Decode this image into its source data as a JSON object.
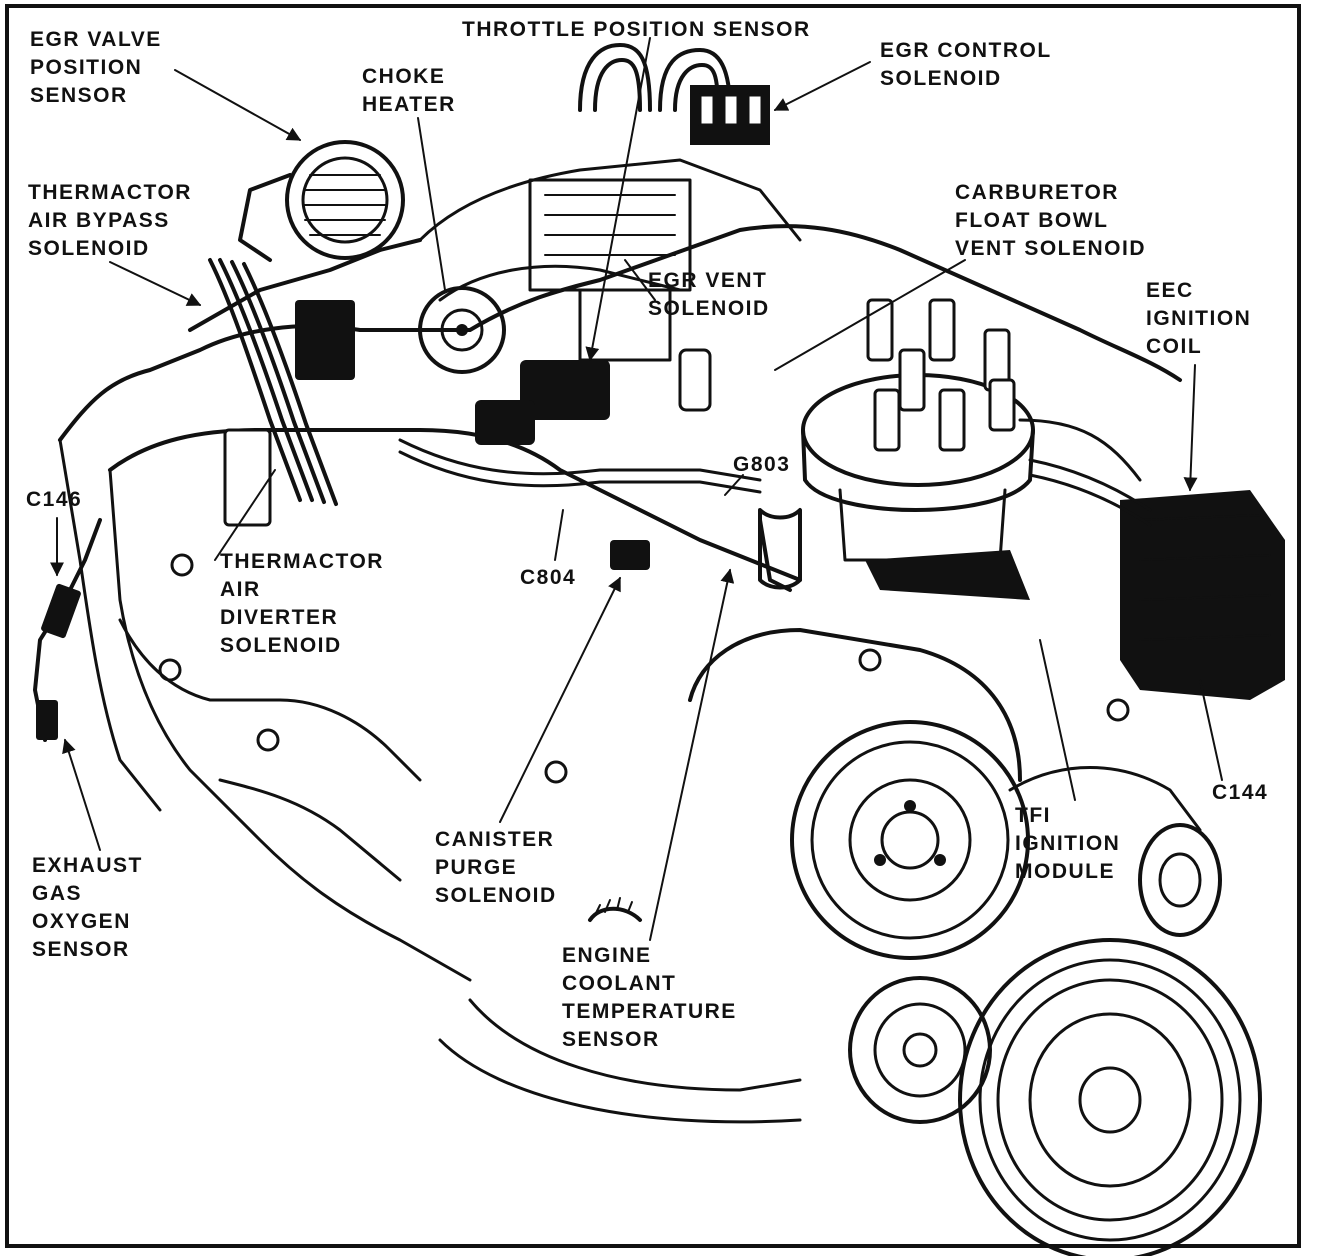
{
  "labels": {
    "throttle_position_sensor": "THROTTLE POSITION SENSOR",
    "egr_valve_position_sensor": [
      "EGR VALVE",
      "POSITION",
      "SENSOR"
    ],
    "choke_heater": [
      "CHOKE",
      "HEATER"
    ],
    "egr_control_solenoid": [
      "EGR CONTROL",
      "SOLENOID"
    ],
    "thermactor_air_bypass_solenoid": [
      "THERMACTOR",
      "AIR BYPASS",
      "SOLENOID"
    ],
    "carburetor_float_bowl_vent_solenoid": [
      "CARBURETOR",
      "FLOAT BOWL",
      "VENT SOLENOID"
    ],
    "egr_vent_solenoid": [
      "EGR VENT",
      "SOLENOID"
    ],
    "eec_ignition_coil": [
      "EEC",
      "IGNITION",
      "COIL"
    ],
    "c146": "C146",
    "g803": "G803",
    "thermactor_air_diverter_solenoid": [
      "THERMACTOR",
      "AIR",
      "DIVERTER",
      "SOLENOID"
    ],
    "c804": "C804",
    "c144": "C144",
    "tfi_ignition_module": [
      "TFI",
      "IGNITION",
      "MODULE"
    ],
    "exhaust_gas_oxygen_sensor": [
      "EXHAUST",
      "GAS",
      "OXYGEN",
      "SENSOR"
    ],
    "canister_purge_solenoid": [
      "CANISTER",
      "PURGE",
      "SOLENOID"
    ],
    "engine_coolant_temperature_sensor": [
      "ENGINE",
      "COOLANT",
      "TEMPERATURE",
      "SENSOR"
    ]
  },
  "colors": {
    "ink": "#111111",
    "paper": "#ffffff"
  }
}
